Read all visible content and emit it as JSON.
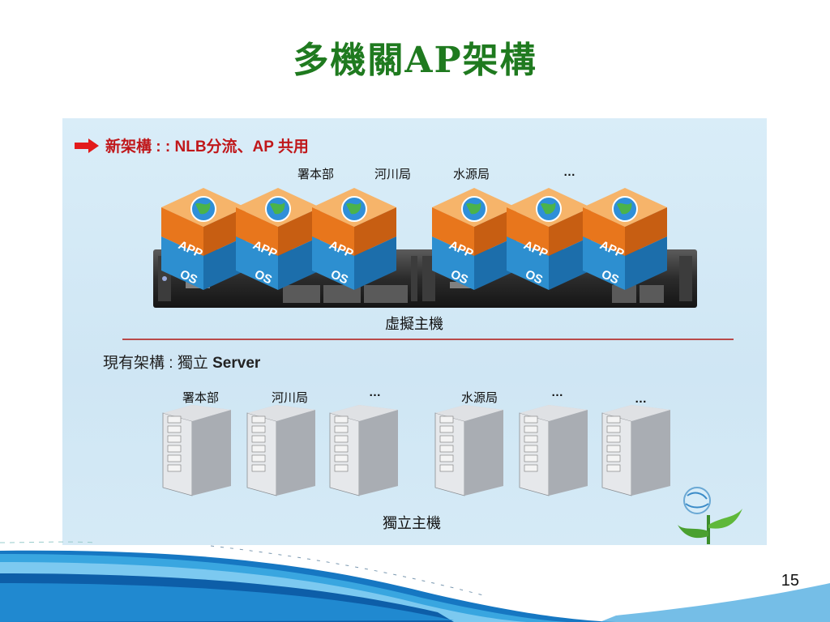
{
  "title": "多機關AP架構",
  "new_arch": {
    "heading": "新架構 : : NLB分流、AP 共用",
    "agencies": [
      "署本部",
      "河川局",
      "水源局",
      "…"
    ],
    "vm_label_app": "APP",
    "vm_label_os": "OS",
    "caption": "虛擬主機"
  },
  "current_arch": {
    "heading_prefix": "現有架構 : 獨立 ",
    "heading_bold": "Server",
    "agencies": [
      "署本部",
      "河川局",
      "…",
      "水源局",
      "…",
      "…"
    ],
    "caption": "獨立主機"
  },
  "page_number": "15",
  "colors": {
    "title": "#1f7a1f",
    "highlight": "#c0171a",
    "cube_top": "#e8761c",
    "cube_bottom": "#2d8fd0",
    "divider": "#b94a4a"
  }
}
